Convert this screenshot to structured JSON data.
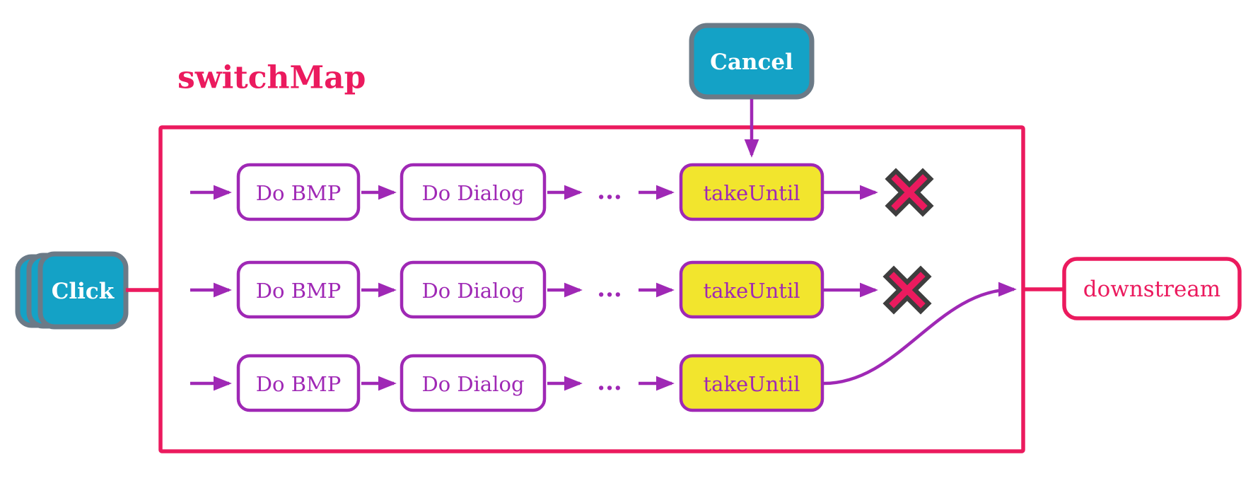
{
  "diagram": {
    "title": "switchMap",
    "cancel": {
      "label": "Cancel"
    },
    "source": {
      "label": "Click"
    },
    "downstream": {
      "label": "downstream"
    },
    "ellipsis": "...",
    "rows": [
      {
        "steps": [
          "Do BMP",
          "Do Dialog",
          "takeUntil"
        ],
        "outcome": "cancelled-x"
      },
      {
        "steps": [
          "Do BMP",
          "Do Dialog",
          "takeUntil"
        ],
        "outcome": "cancelled-x"
      },
      {
        "steps": [
          "Do BMP",
          "Do Dialog",
          "takeUntil"
        ],
        "outcome": "emits-to-downstream"
      }
    ],
    "colors": {
      "pink": "#EB1A5E",
      "purple": "#9F28B5",
      "teal": "#14A2C6",
      "slate": "#6B7A87",
      "yellow": "#F2E52D",
      "dark": "#3E3E3E"
    }
  }
}
